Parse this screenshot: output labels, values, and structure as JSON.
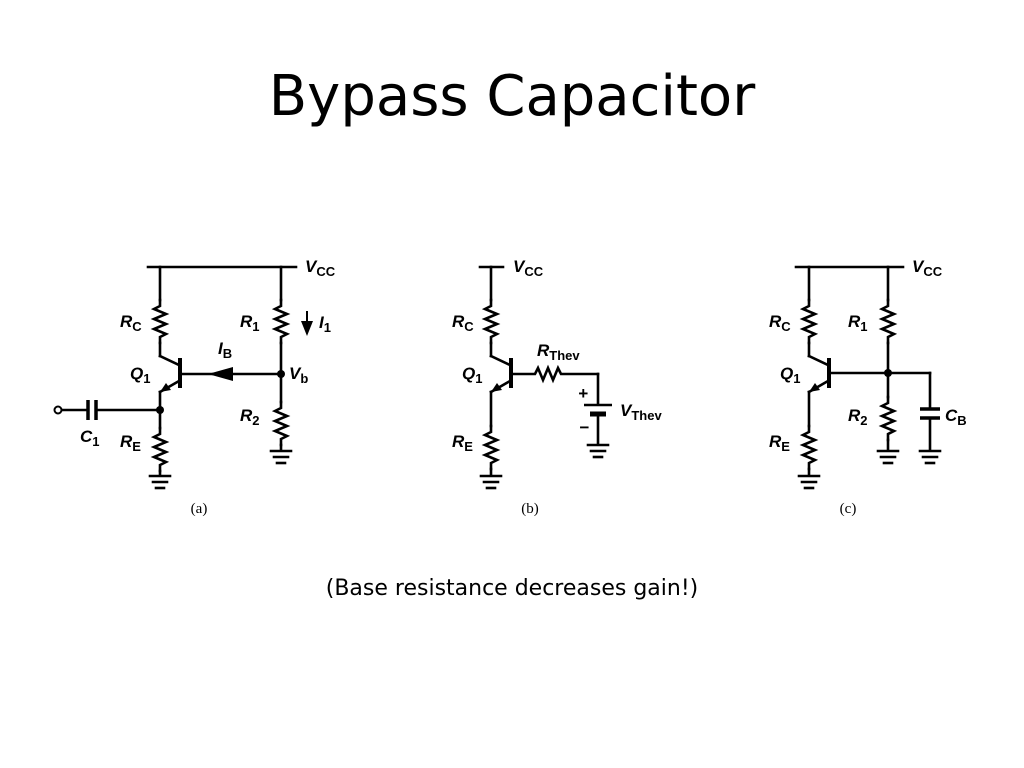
{
  "slide": {
    "title": "Bypass Capacitor",
    "caption": "(Base resistance decreases gain!)"
  },
  "circuits": {
    "a": {
      "vcc": {
        "main": "V",
        "sub": "CC"
      },
      "rc": {
        "main": "R",
        "sub": "C"
      },
      "r1": {
        "main": "R",
        "sub": "1"
      },
      "i1": {
        "main": "I",
        "sub": "1"
      },
      "ib": {
        "main": "I",
        "sub": "B"
      },
      "q1": {
        "main": "Q",
        "sub": "1"
      },
      "vb": {
        "main": "V",
        "sub": "b"
      },
      "r2": {
        "main": "R",
        "sub": "2"
      },
      "c1": {
        "main": "C",
        "sub": "1"
      },
      "re": {
        "main": "R",
        "sub": "E"
      },
      "caption": "(a)"
    },
    "b": {
      "vcc": {
        "main": "V",
        "sub": "CC"
      },
      "rc": {
        "main": "R",
        "sub": "C"
      },
      "rthev": {
        "main": "R",
        "sub": "Thev"
      },
      "q1": {
        "main": "Q",
        "sub": "1"
      },
      "vthev": {
        "main": "V",
        "sub": "Thev"
      },
      "plus": "+",
      "minus": "−",
      "re": {
        "main": "R",
        "sub": "E"
      },
      "caption": "(b)"
    },
    "c": {
      "vcc": {
        "main": "V",
        "sub": "CC"
      },
      "rc": {
        "main": "R",
        "sub": "C"
      },
      "r1": {
        "main": "R",
        "sub": "1"
      },
      "q1": {
        "main": "Q",
        "sub": "1"
      },
      "r2": {
        "main": "R",
        "sub": "2"
      },
      "cb": {
        "main": "C",
        "sub": "B"
      },
      "re": {
        "main": "R",
        "sub": "E"
      },
      "caption": "(c)"
    }
  }
}
